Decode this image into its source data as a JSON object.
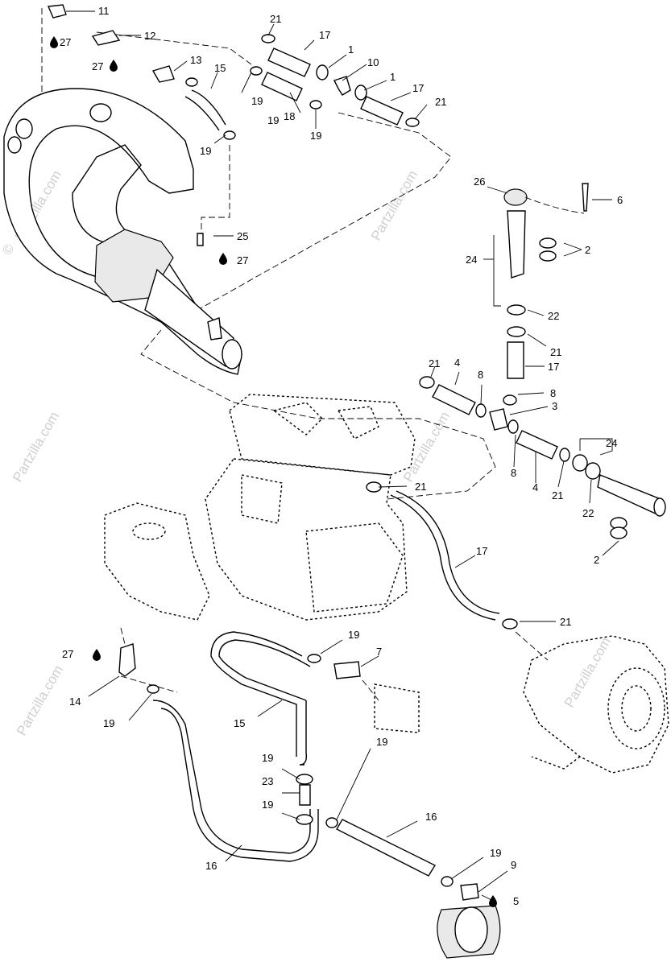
{
  "watermark": {
    "brand": "Partzilla.com",
    "copyright_symbol": "©"
  },
  "callouts": [
    {
      "id": "c11a",
      "text": "11"
    },
    {
      "id": "c27a",
      "text": "27"
    },
    {
      "id": "c12",
      "text": "12"
    },
    {
      "id": "c27b",
      "text": "27"
    },
    {
      "id": "c13",
      "text": "13"
    },
    {
      "id": "c15a",
      "text": "15"
    },
    {
      "id": "c19a",
      "text": "19"
    },
    {
      "id": "c19b",
      "text": "19"
    },
    {
      "id": "c21a",
      "text": "21"
    },
    {
      "id": "c17a",
      "text": "17"
    },
    {
      "id": "c1a",
      "text": "1"
    },
    {
      "id": "c10",
      "text": "10"
    },
    {
      "id": "c1b",
      "text": "1"
    },
    {
      "id": "c17b",
      "text": "17"
    },
    {
      "id": "c21b",
      "text": "21"
    },
    {
      "id": "c19c",
      "text": "19"
    },
    {
      "id": "c18",
      "text": "18"
    },
    {
      "id": "c19d",
      "text": "19"
    },
    {
      "id": "c26",
      "text": "26"
    },
    {
      "id": "c6",
      "text": "6"
    },
    {
      "id": "c2a",
      "text": "2"
    },
    {
      "id": "c24a",
      "text": "24"
    },
    {
      "id": "c22a",
      "text": "22"
    },
    {
      "id": "c21c",
      "text": "21"
    },
    {
      "id": "c17c",
      "text": "17"
    },
    {
      "id": "c25",
      "text": "25"
    },
    {
      "id": "c27c",
      "text": "27"
    },
    {
      "id": "c21d",
      "text": "21"
    },
    {
      "id": "c4a",
      "text": "4"
    },
    {
      "id": "c8a",
      "text": "8"
    },
    {
      "id": "c8b",
      "text": "8"
    },
    {
      "id": "c3",
      "text": "3"
    },
    {
      "id": "c24b",
      "text": "24"
    },
    {
      "id": "c8c",
      "text": "8"
    },
    {
      "id": "c4b",
      "text": "4"
    },
    {
      "id": "c21e",
      "text": "21"
    },
    {
      "id": "c22b",
      "text": "22"
    },
    {
      "id": "c2b",
      "text": "2"
    },
    {
      "id": "c21f",
      "text": "21"
    },
    {
      "id": "c17d",
      "text": "17"
    },
    {
      "id": "c21g",
      "text": "21"
    },
    {
      "id": "c27d",
      "text": "27"
    },
    {
      "id": "c19e",
      "text": "19"
    },
    {
      "id": "c7",
      "text": "7"
    },
    {
      "id": "c14",
      "text": "14"
    },
    {
      "id": "c19f",
      "text": "19"
    },
    {
      "id": "c15b",
      "text": "15"
    },
    {
      "id": "c19g",
      "text": "19"
    },
    {
      "id": "c23",
      "text": "23"
    },
    {
      "id": "c19h",
      "text": "19"
    },
    {
      "id": "c19i",
      "text": "19"
    },
    {
      "id": "c16a",
      "text": "16"
    },
    {
      "id": "c16b",
      "text": "16"
    },
    {
      "id": "c19j",
      "text": "19"
    },
    {
      "id": "c9",
      "text": "9"
    },
    {
      "id": "c5",
      "text": "5"
    }
  ]
}
